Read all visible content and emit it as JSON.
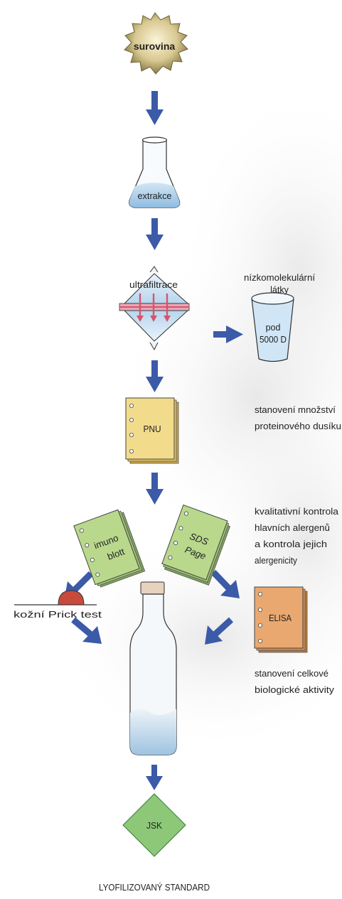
{
  "nodes": {
    "raw_material": "surovina",
    "extraction": "extrakce",
    "ultrafiltration": "ultrafiltrace",
    "pnu": "PNU",
    "immunoblot_line1": "imuno",
    "immunoblot_line2": "blott",
    "sds_line1": "SDS",
    "sds_line2": "Page",
    "cup_line1": "pod",
    "cup_line2": "5000 D",
    "elisa": "ELISA",
    "jsk": "JSK",
    "prick": "kožní Prick test"
  },
  "notes": {
    "low_molecular_line1": "nízkomolekulární",
    "low_molecular_line2": "látky",
    "nitrogen_line1": "stanovení množství",
    "nitrogen_line2": "proteinového dusíku",
    "quality_line1": "kvalitativní kontrola",
    "quality_line2": "hlavních alergenů",
    "quality_line3": "a kontrola jejich",
    "quality_line4": "alergenicity",
    "activity_line1": "stanovení celkové",
    "activity_line2": "biologické aktivity",
    "footer": "LYOFILIZOVANÝ STANDARD"
  },
  "colors": {
    "arrow": "#3b5aa8",
    "pnu_fill": "#f2dc8c",
    "green_fill": "#b9d88c",
    "elisa_fill": "#e9a870",
    "jsk_fill": "#8cc878",
    "filter_red": "#d9536b",
    "liquid_blue": "#a9cce8"
  }
}
